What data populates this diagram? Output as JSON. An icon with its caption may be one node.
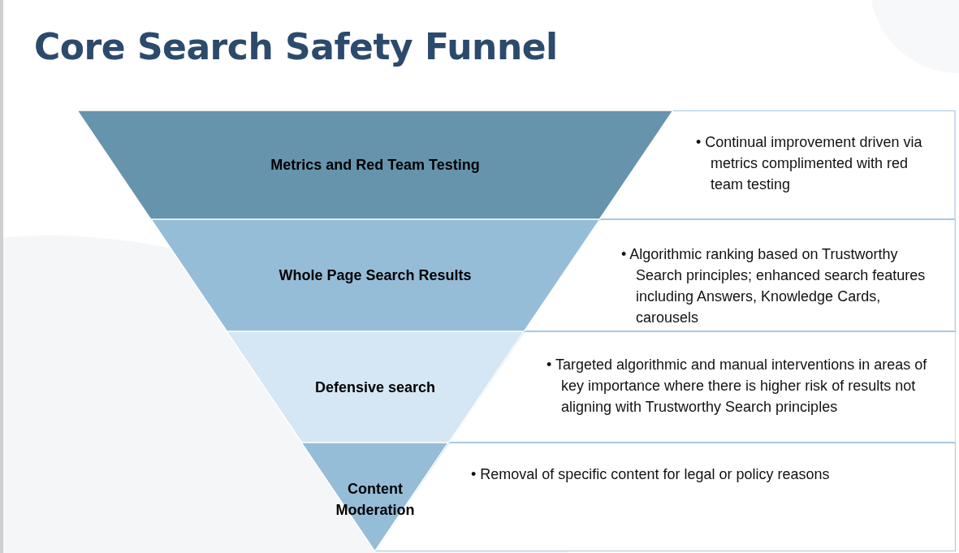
{
  "diagram": {
    "title": "Core Search Safety Funnel",
    "nodes": [
      {
        "text": [
          "Metrics and Red Team Testing"
        ]
      },
      {
        "text": [
          "• Continual improvement driven via metrics complimented with red team testing"
        ]
      },
      {
        "text": [
          "Whole Page Search Results"
        ]
      },
      {
        "text": [
          "• Algorithmic ranking based on Trustworthy Search principles; enhanced search features including Answers, Knowledge Cards, carousels"
        ]
      },
      {
        "text": [
          "Defensive search"
        ]
      },
      {
        "text": [
          "• Targeted algorithmic and manual interventions in areas of key importance where there is higher risk of results not aligning with Trustworthy Search principles"
        ]
      },
      {
        "text": [
          "Content Moderation"
        ]
      },
      {
        "text": [
          "• Removal of specific content for legal or policy reasons"
        ]
      }
    ]
  }
}
